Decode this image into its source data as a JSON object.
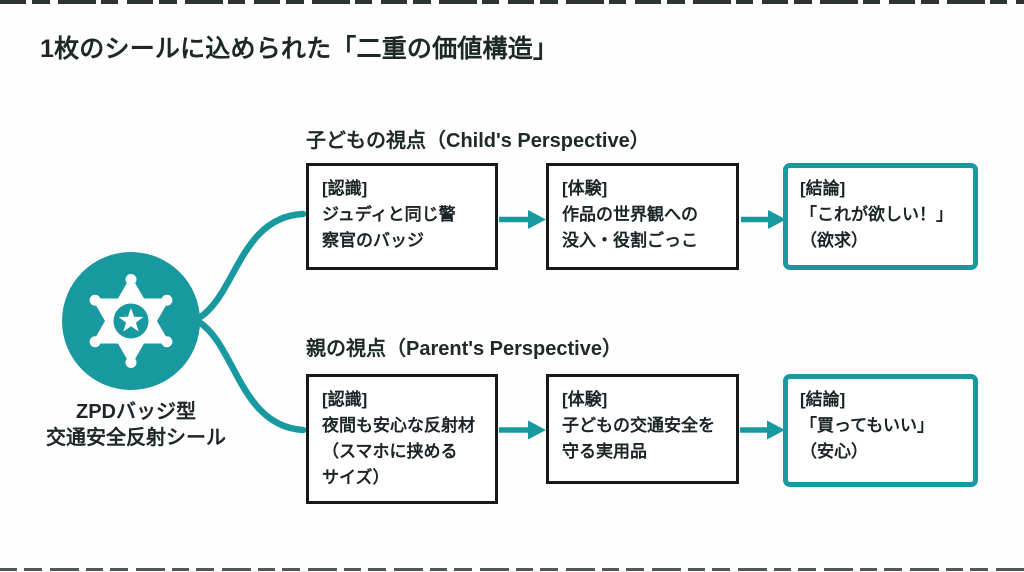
{
  "title": "1枚のシールに込められた「二重の価値構造」",
  "source": {
    "icon": "sheriff-badge-icon",
    "label": "ZPDバッジ型\n交通安全反射シール"
  },
  "rows": [
    {
      "header": "子どもの視点（Child's Perspective）",
      "boxes": [
        {
          "text": "[認識]\nジュディと同じ警\n察官のバッジ",
          "emphasis": false
        },
        {
          "text": "[体験]\n作品の世界観への\n没入・役割ごっこ",
          "emphasis": false
        },
        {
          "text": "[結論]\n「これが欲しい！」\n（欲求）",
          "emphasis": true
        }
      ]
    },
    {
      "header": "親の視点（Parent's Perspective）",
      "boxes": [
        {
          "text": "[認識]\n夜間も安心な反射材\n（スマホに挟める\nサイズ）",
          "emphasis": false
        },
        {
          "text": "[体験]\n子どもの交通安全を\n守る実用品",
          "emphasis": false
        },
        {
          "text": "[結論]\n「買ってもいい」\n（安心）",
          "emphasis": true
        }
      ]
    }
  ],
  "colors": {
    "accent_teal": "#1899A0",
    "box_border": "#15191B",
    "text_ink": "#1D2628",
    "background": "#FFFFFF"
  }
}
